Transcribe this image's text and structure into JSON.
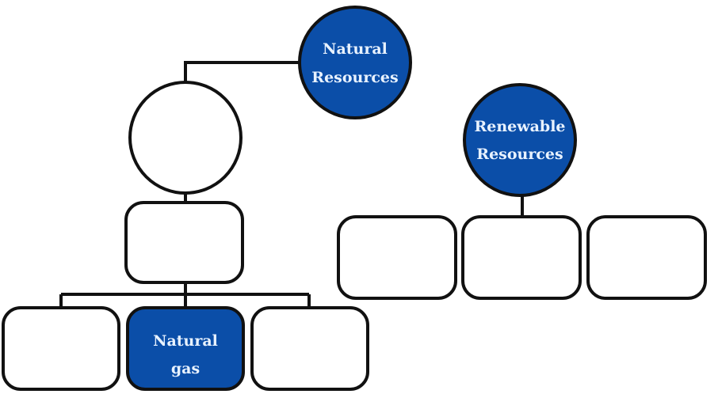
{
  "colors": {
    "filled": "#0b4ea8",
    "stroke": "#111111",
    "empty": "#ffffff",
    "text": "#e8f2ff"
  },
  "nodes": {
    "root": {
      "shape": "circle",
      "filled": true,
      "lines": [
        "Natural",
        "Resources"
      ]
    },
    "left_circle": {
      "shape": "circle",
      "filled": false,
      "lines": []
    },
    "left_box": {
      "shape": "rounded-rect",
      "filled": false,
      "lines": []
    },
    "left_child_1": {
      "shape": "rounded-rect",
      "filled": false,
      "lines": []
    },
    "left_child_2": {
      "shape": "rounded-rect",
      "filled": true,
      "lines": [
        "Natural",
        "gas"
      ]
    },
    "left_child_3": {
      "shape": "rounded-rect",
      "filled": false,
      "lines": []
    },
    "renewable": {
      "shape": "circle",
      "filled": true,
      "lines": [
        "Renewable",
        "Resources"
      ]
    },
    "renewable_child_1": {
      "shape": "rounded-rect",
      "filled": false,
      "lines": []
    },
    "renewable_child_2": {
      "shape": "rounded-rect",
      "filled": false,
      "lines": []
    },
    "renewable_child_3": {
      "shape": "rounded-rect",
      "filled": false,
      "lines": []
    }
  },
  "edges": [
    [
      "root",
      "left_circle"
    ],
    [
      "left_circle",
      "left_box"
    ],
    [
      "left_box",
      "left_child_1"
    ],
    [
      "left_box",
      "left_child_2"
    ],
    [
      "left_box",
      "left_child_3"
    ],
    [
      "renewable",
      "renewable_child_2"
    ]
  ]
}
